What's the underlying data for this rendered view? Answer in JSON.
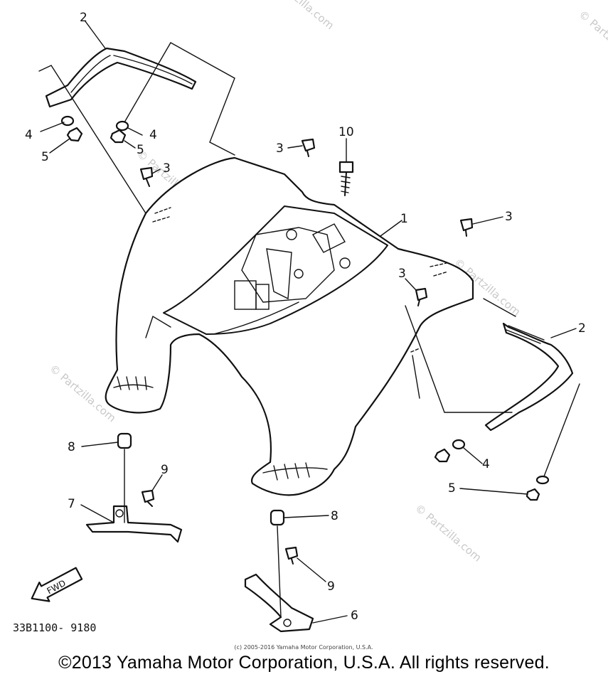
{
  "watermark": "© Partzilla.com",
  "drawing_code": "33B1100- 9180",
  "fwd_label": "FWD",
  "small_copyright": "(c) 2005-2016 Yamaha Motor Corporation, U.S.A.",
  "copyright": "©2013 Yamaha Motor Corporation, U.S.A. All rights reserved.",
  "callouts": [
    "2",
    "4",
    "5",
    "4",
    "5",
    "3",
    "3",
    "10",
    "1",
    "3",
    "3",
    "2",
    "8",
    "9",
    "7",
    "4",
    "5",
    "8",
    "9",
    "6"
  ]
}
